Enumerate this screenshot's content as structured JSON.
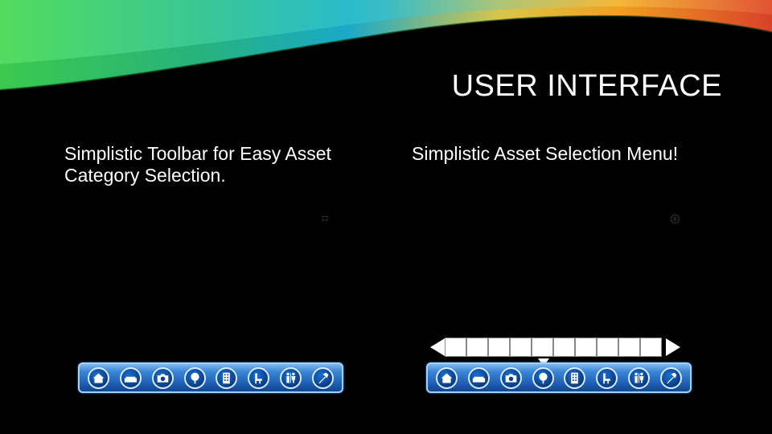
{
  "slide": {
    "title": "USER INTERFACE",
    "left_caption": "Simplistic Toolbar for Easy Asset Category Selection.",
    "right_caption": "Simplistic Asset Selection Menu!"
  },
  "toolbar": {
    "icons": [
      "house-icon",
      "sofa-icon",
      "camera-icon",
      "tree-icon",
      "building-icon",
      "chair-icon",
      "restroom-icon",
      "hammer-icon"
    ],
    "selected_category_right": "tree-icon"
  },
  "asset_menu": {
    "slot_count": 10,
    "prev_arrow": "arrow-left-icon",
    "next_arrow": "arrow-right-icon"
  }
}
